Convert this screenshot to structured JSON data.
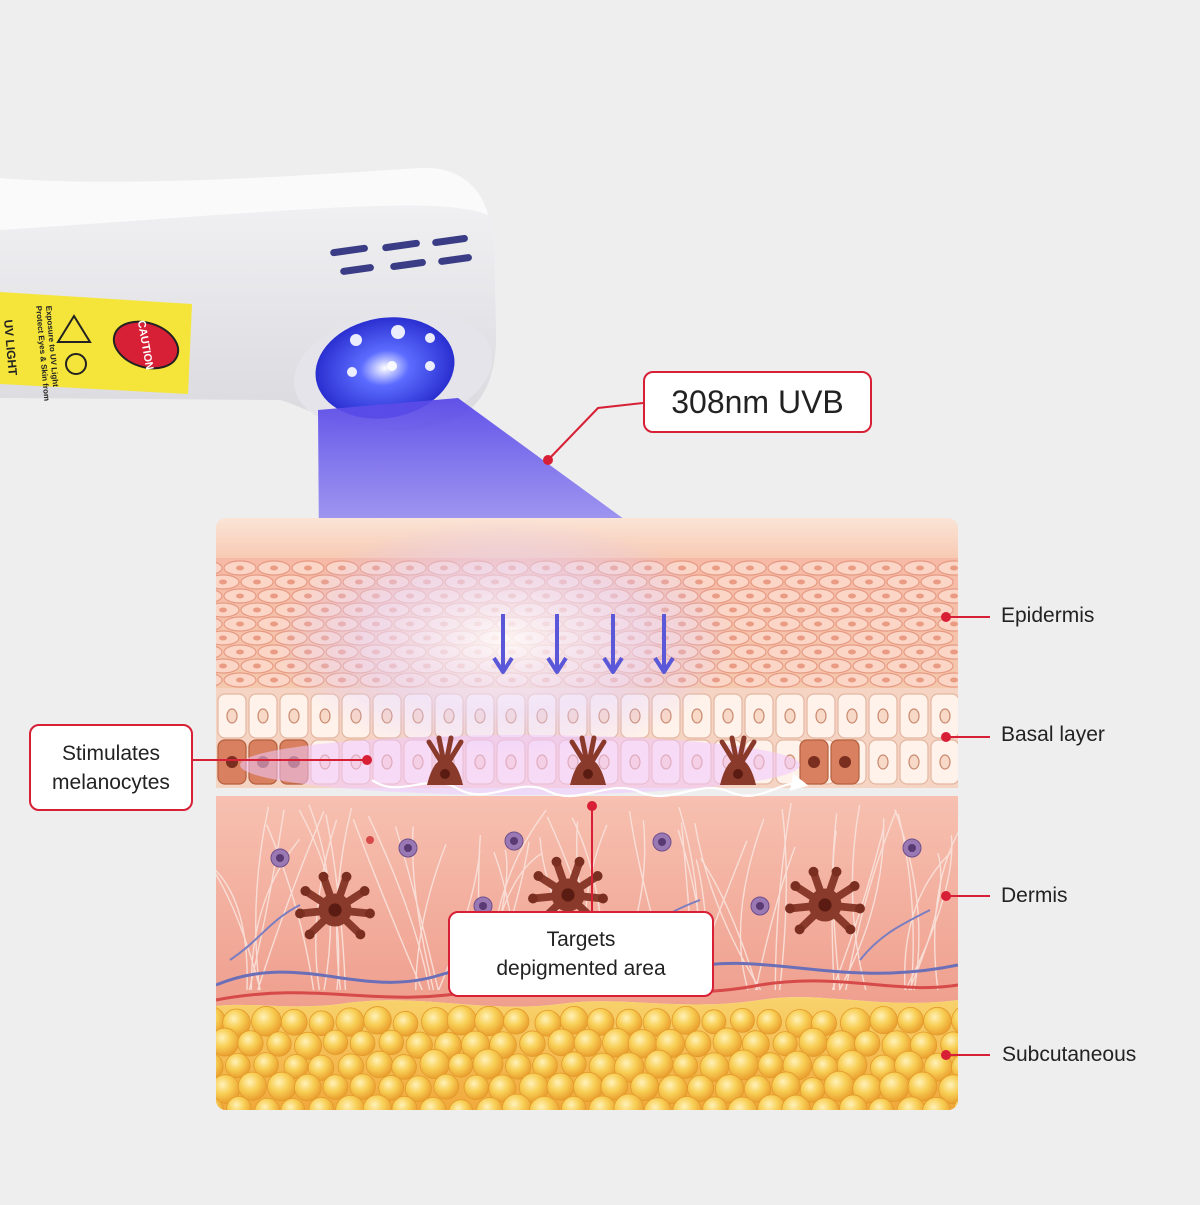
{
  "callouts": {
    "wavelength": "308nm UVB",
    "stimulates_line1": "Stimulates",
    "stimulates_line2": "melanocytes",
    "targets_line1": "Targets",
    "targets_line2": "depigmented area"
  },
  "layers": {
    "epidermis": "Epidermis",
    "basal": "Basal layer",
    "dermis": "Dermis",
    "subcutaneous": "Subcutaneous"
  },
  "device": {
    "caution_label": "CAUTION",
    "warning_line1": "Protect Eyes & Skin from",
    "warning_line2": "Exposure to UV Light",
    "side_text": "UV LIGHT"
  },
  "colors": {
    "accent": "#d71f35",
    "beam": "#6b5cf0",
    "sticker": "#f5e53a",
    "epidermis": "#f3b39b",
    "dermis": "#f2a897",
    "fat": "#f6c24f",
    "melanocyte": "#8a3a2a"
  }
}
